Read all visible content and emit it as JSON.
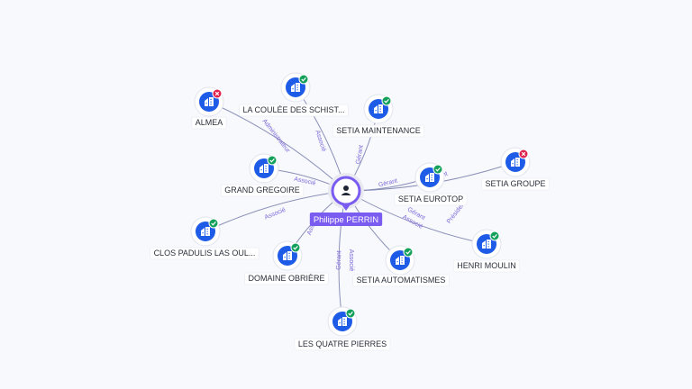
{
  "center": {
    "name": "Philippe PERRIN",
    "icon": "person-icon",
    "color": "#7b5cf0"
  },
  "colors": {
    "company": "#1e5be6",
    "active": "#13a05a",
    "inactive": "#e0234e",
    "edge": "#8a8fb8",
    "edge_label": "#7a68d8"
  },
  "companies": [
    {
      "id": "almea",
      "name": "ALMEA",
      "status": "inactive"
    },
    {
      "id": "coulee",
      "name": "LA COULÉE DES SCHIST...",
      "status": "active"
    },
    {
      "id": "maint",
      "name": "SETIA MAINTENANCE",
      "status": "active"
    },
    {
      "id": "gregoire",
      "name": "GRAND GREGOIRE",
      "status": "active"
    },
    {
      "id": "eurotop",
      "name": "SETIA EUROTOP",
      "status": "active"
    },
    {
      "id": "groupe",
      "name": "SETIA GROUPE",
      "status": "inactive"
    },
    {
      "id": "clos",
      "name": "CLOS PADULIS LAS OUL...",
      "status": "active"
    },
    {
      "id": "obriere",
      "name": "DOMAINE OBRIÈRE",
      "status": "active"
    },
    {
      "id": "automatismes",
      "name": "SETIA AUTOMATISMES",
      "status": "active"
    },
    {
      "id": "moulin",
      "name": "HENRI MOULIN",
      "status": "active"
    },
    {
      "id": "quatre",
      "name": "LES QUATRE PIERRES",
      "status": "active"
    }
  ],
  "edge_labels": [
    {
      "edge": "almea",
      "text": "Administrateur"
    },
    {
      "edge": "coulee",
      "text": "Associé"
    },
    {
      "edge": "maint",
      "text": "Gérant"
    },
    {
      "edge": "gregoire",
      "text": "Associé"
    },
    {
      "edge": "eurotop",
      "text": "Gérant"
    },
    {
      "edge": "groupe",
      "text": "Gérant"
    },
    {
      "edge": "clos",
      "text": "Associé"
    },
    {
      "edge": "obriere",
      "text": "Associé"
    },
    {
      "edge": "automatismes",
      "text": "Gérant"
    },
    {
      "edge": "automatismes",
      "text": "Associé"
    },
    {
      "edge": "moulin",
      "text": "Président"
    },
    {
      "edge": "quatre",
      "text": "Gérant"
    },
    {
      "edge": "quatre",
      "text": "Associé"
    }
  ]
}
